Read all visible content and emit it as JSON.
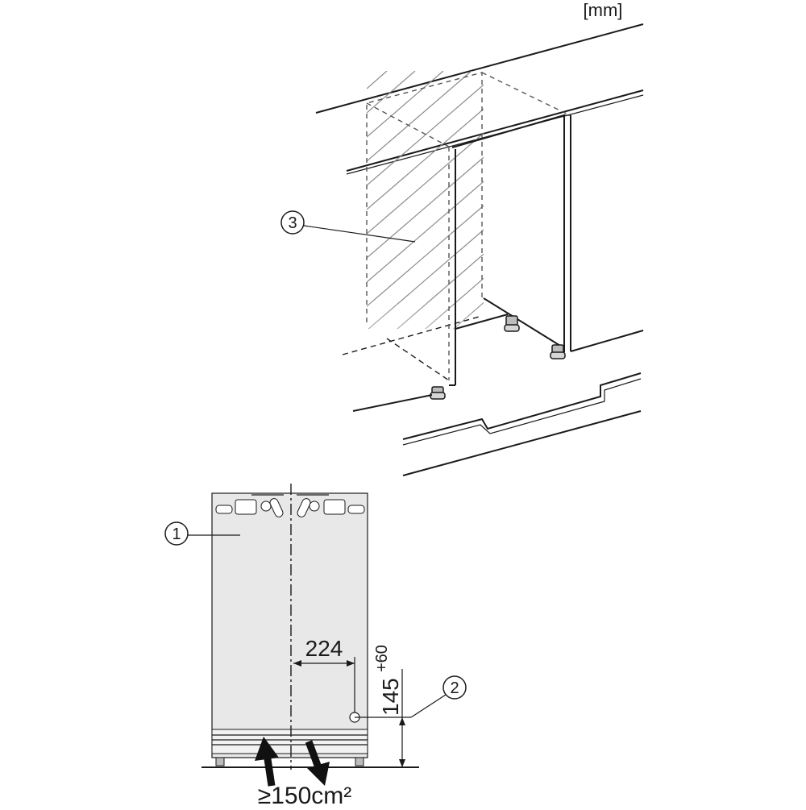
{
  "diagram": {
    "units": "[mm]",
    "callouts": {
      "c1": "1",
      "c2": "2",
      "c3": "3"
    },
    "dimensions": {
      "horizontal": "224",
      "vertical_base": "145",
      "vertical_tolerance": "+60"
    },
    "ventilation": "≥150cm²",
    "colors": {
      "line": "#1a1a1a",
      "appliance_fill": "#e8e8e8",
      "hatch": "#8a8a8a",
      "background": "#ffffff"
    }
  }
}
